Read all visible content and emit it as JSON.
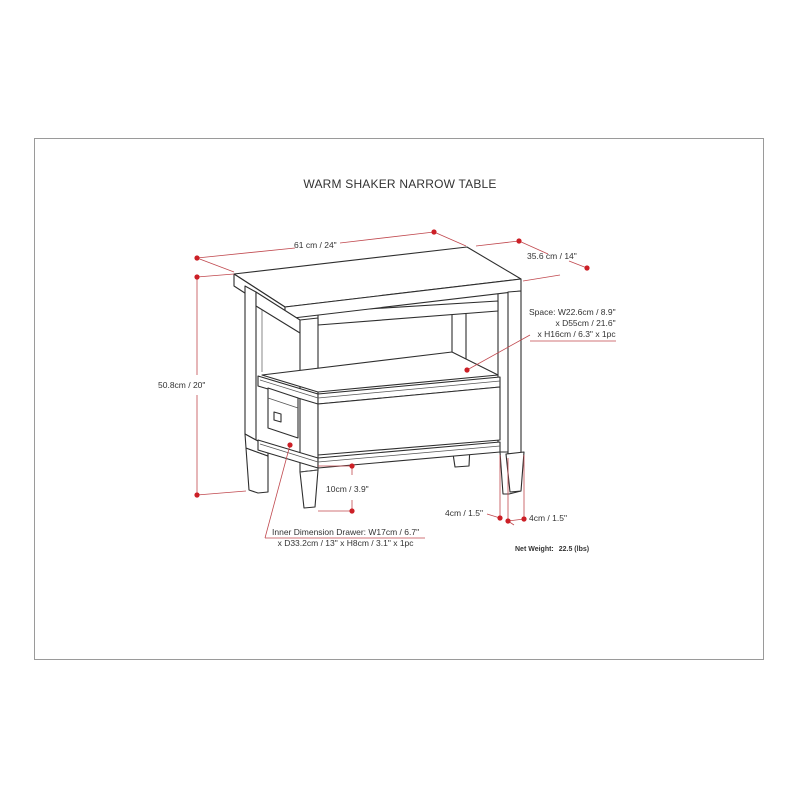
{
  "title": "WARM SHAKER NARROW TABLE",
  "dimensions": {
    "width": "61 cm / 24\"",
    "depth": "35.6 cm / 14\"",
    "height": "50.8cm / 20\"",
    "floor_clearance": "10cm / 3.9\"",
    "leg_width_left": "4cm / 1.5\"",
    "leg_width_right": "4cm / 1.5\""
  },
  "shelf_space": {
    "line1": "Space: W22.6cm / 8.9\"",
    "line2": "x D55cm / 21.6\"",
    "line3": "x H16cm / 6.3\" x 1pc"
  },
  "drawer": {
    "line1": "Inner Dimension Drawer: W17cm / 6.7\"",
    "line2": "x D33.2cm / 13\" x H8cm / 3.1\" x 1pc"
  },
  "net_weight": {
    "label": "Net Weight:",
    "value": "22.5 (lbs)"
  },
  "colors": {
    "dimension_line": "#c0484e",
    "dimension_dot": "#cc1f26",
    "drawing_line": "#2e2e2e",
    "frame": "#9a9a9a"
  }
}
